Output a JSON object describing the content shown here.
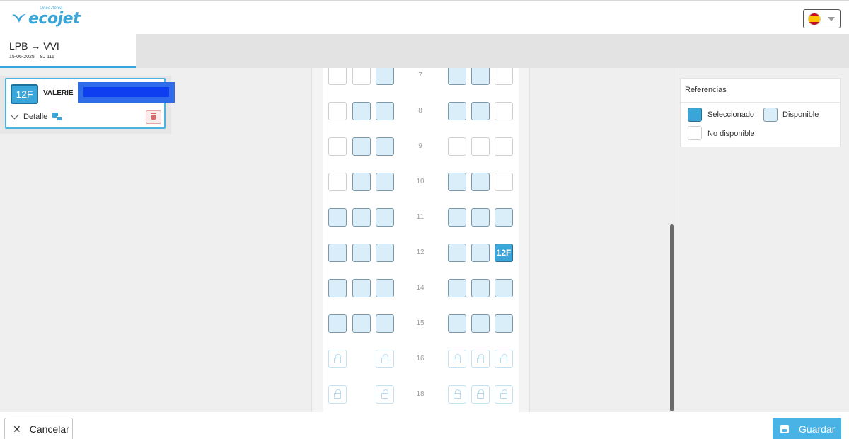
{
  "header": {
    "logo_text": "ecojet",
    "logo_tagline": "Línea Aérea",
    "language_flag": "spain-flag"
  },
  "route": {
    "title": "LPB → VVI",
    "date": "15-06-2025",
    "flight": "8J 111"
  },
  "passenger": {
    "seat": "12F",
    "name": "VALERIE",
    "detail_label": "Detalle"
  },
  "cabin": {
    "rows": [
      {
        "num": "7",
        "seats": [
          "unavailable",
          "unavailable",
          "available",
          "available",
          "available",
          "unavailable"
        ]
      },
      {
        "num": "8",
        "seats": [
          "unavailable",
          "available",
          "available",
          "available",
          "available",
          "unavailable"
        ]
      },
      {
        "num": "9",
        "seats": [
          "unavailable",
          "available",
          "available",
          "unavailable",
          "unavailable",
          "unavailable"
        ]
      },
      {
        "num": "10",
        "seats": [
          "unavailable",
          "available",
          "available",
          "available",
          "available",
          "unavailable"
        ]
      },
      {
        "num": "11",
        "seats": [
          "available",
          "available",
          "available",
          "available",
          "available",
          "available"
        ]
      },
      {
        "num": "12",
        "seats": [
          "available",
          "available",
          "available",
          "available",
          "available",
          "selected"
        ]
      },
      {
        "num": "14",
        "seats": [
          "available",
          "available",
          "available",
          "available",
          "available",
          "available"
        ]
      },
      {
        "num": "15",
        "seats": [
          "available",
          "available",
          "available",
          "available",
          "available",
          "available"
        ]
      },
      {
        "num": "16",
        "seats": [
          "locked",
          "none",
          "locked",
          "locked",
          "locked",
          "locked"
        ]
      },
      {
        "num": "18",
        "seats": [
          "locked",
          "none",
          "locked",
          "locked",
          "locked",
          "locked"
        ]
      }
    ],
    "selected_label": "12F"
  },
  "references": {
    "title": "Referencias",
    "selected": "Seleccionado",
    "available": "Disponible",
    "unavailable": "No disponible"
  },
  "footer": {
    "cancel_label": "Cancelar",
    "save_label": "Guardar"
  },
  "colors": {
    "accent": "#3aa5d8",
    "available_fill": "#d9eef9",
    "save_button": "#4ab3e6"
  }
}
